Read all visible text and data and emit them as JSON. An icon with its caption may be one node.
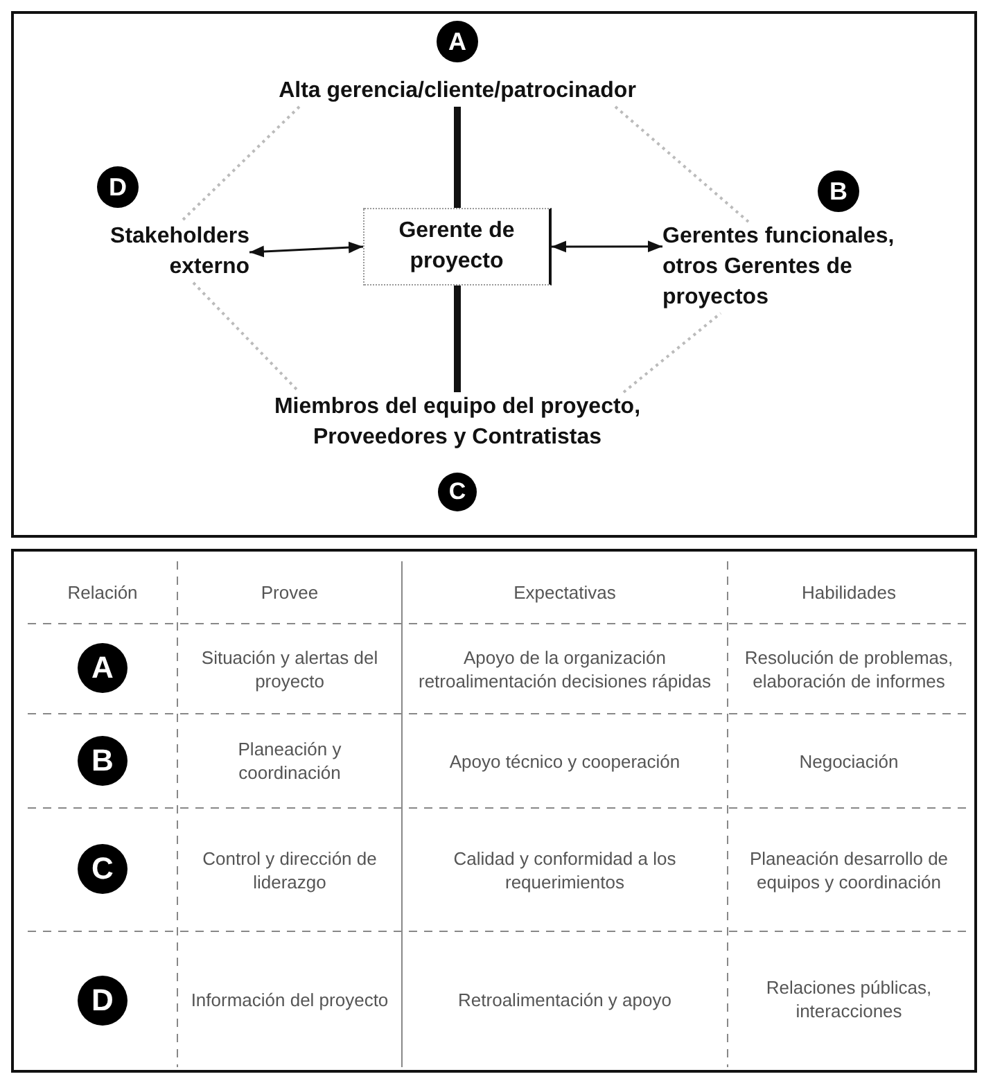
{
  "diagram": {
    "nodes": [
      {
        "text": [
          "A"
        ]
      },
      {
        "text": [
          "Alta gerencia/cliente/patrocinador"
        ]
      },
      {
        "text": [
          "D"
        ]
      },
      {
        "text": [
          "Stakeholders externo"
        ]
      },
      {
        "text": [
          "Gerente de proyecto"
        ]
      },
      {
        "text": [
          "B"
        ]
      },
      {
        "text": [
          "Gerentes funcionales, otros Gerentes de proyectos"
        ]
      },
      {
        "text": [
          "Miembros del equipo del proyecto, Proveedores y Contratistas"
        ]
      },
      {
        "text": [
          "C"
        ]
      },
      {
        "text": [
          "A"
        ]
      },
      {
        "text": [
          "B"
        ]
      },
      {
        "text": [
          "C"
        ]
      },
      {
        "text": [
          "D"
        ]
      }
    ],
    "edges": [
      {
        "from": 1,
        "to": 4,
        "arrow": "none",
        "style": "thick"
      },
      {
        "from": 7,
        "to": 4,
        "arrow": "none",
        "style": "thick"
      },
      {
        "from": 3,
        "to": 4,
        "arrow": "both"
      },
      {
        "from": 4,
        "to": 6,
        "arrow": "both"
      },
      {
        "from": 1,
        "to": 3,
        "arrow": "none",
        "style": "dashed",
        "color": "#bbbbbb"
      },
      {
        "from": 1,
        "to": 6,
        "arrow": "none",
        "style": "dashed",
        "color": "#bbbbbb"
      },
      {
        "from": 3,
        "to": 7,
        "arrow": "none",
        "style": "dashed",
        "color": "#bbbbbb"
      },
      {
        "from": 7,
        "to": 6,
        "arrow": "none",
        "style": "dashed",
        "color": "#bbbbbb"
      }
    ],
    "labels": [
      "Relación",
      "Provee",
      "Expectativas",
      "Habilidades",
      "Situación y alertas del proyecto",
      "Apoyo de la organización retroalimentación decisiones rápidas",
      "Resolución de problemas, elaboración de informes",
      "Planeación y coordinación",
      "Apoyo técnico y cooperación",
      "Negociación",
      "Control y dirección de liderazgo",
      "Calidad y conformidad a los requerimientos",
      "Planeación desarrollo de equipos y coordinación",
      "Información del proyecto",
      "Retroalimentación y apoyo",
      "Relaciones públicas, interacciones"
    ]
  }
}
